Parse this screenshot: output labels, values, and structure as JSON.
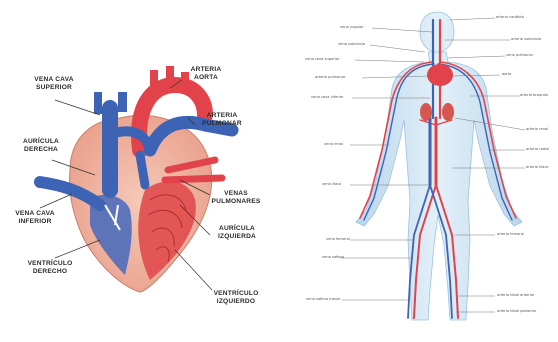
{
  "heart": {
    "labels": {
      "vena_cava_superior": [
        "VENA CAVA",
        "SUPERIOR"
      ],
      "arteria_aorta": [
        "ARTERIA",
        "AORTA"
      ],
      "arteria_pulmonar": [
        "ARTERIA",
        "PULMONAR"
      ],
      "auricula_derecha": [
        "AURÍCULA",
        "DERECHA"
      ],
      "venas_pulmonares": [
        "VENAS",
        "PULMONARES"
      ],
      "vena_cava_inferior": [
        "VENA CAVA",
        "INFERIOR"
      ],
      "auricula_izquierda": [
        "AURÍCULA",
        "IZQUIERDA"
      ],
      "ventriculo_derecho": [
        "VENTRÍCULO",
        "DERECHO"
      ],
      "ventriculo_izquierdo": [
        "VENTRÍCULO",
        "IZQUIERDO"
      ]
    }
  },
  "body_labels": {
    "left": [
      "vena yugular",
      "vena subclavia",
      "vena cava superior",
      "arteria pulmonar",
      "vena cava inferior",
      "vena renal",
      "vena ilíaca",
      "vena femoral",
      "vena safena",
      "vena safena menor"
    ],
    "right": [
      "arteria carótida",
      "arteria subclavia",
      "vena pulmonar",
      "aorta",
      "arteria braquial",
      "arteria renal",
      "arteria radial",
      "arteria ilíaca",
      "arteria femoral",
      "arteria tibial anterior",
      "arteria tibial posterior"
    ]
  },
  "colors": {
    "artery": "#e2434b",
    "vein": "#3d63b5",
    "heart_tissue": "#f2b9a7",
    "body": "#cfe3f1"
  }
}
